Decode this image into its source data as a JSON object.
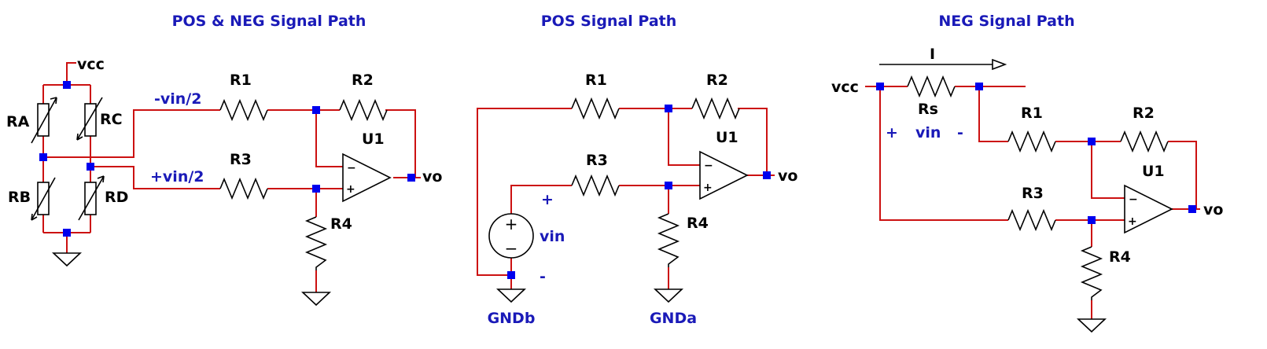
{
  "titles": {
    "left": "POS & NEG Signal Path",
    "middle": "POS Signal Path",
    "right": "NEG Signal Path"
  },
  "left": {
    "vcc": "vcc",
    "ra": "RA",
    "rb": "RB",
    "rc": "RC",
    "rd": "RD",
    "r1": "R1",
    "r2": "R2",
    "r3": "R3",
    "r4": "R4",
    "u1": "U1",
    "vo": "vo",
    "neg_net": "-vin/2",
    "pos_net": "+vin/2",
    "opamp_minus": "−",
    "opamp_plus": "+"
  },
  "middle": {
    "r1": "R1",
    "r2": "R2",
    "r3": "R3",
    "r4": "R4",
    "u1": "U1",
    "vo": "vo",
    "vin": "vin",
    "plus": "+",
    "minus": "-",
    "gndb": "GNDb",
    "gnda": "GNDa",
    "src_plus": "+",
    "src_minus": "−",
    "opamp_minus": "−",
    "opamp_plus": "+"
  },
  "right": {
    "vcc": "vcc",
    "current": "I",
    "rs": "Rs",
    "plus": "+",
    "vin": "vin",
    "minus": "-",
    "r1": "R1",
    "r2": "R2",
    "r3": "R3",
    "r4": "R4",
    "u1": "U1",
    "vo": "vo",
    "opamp_minus": "−",
    "opamp_plus": "+"
  }
}
